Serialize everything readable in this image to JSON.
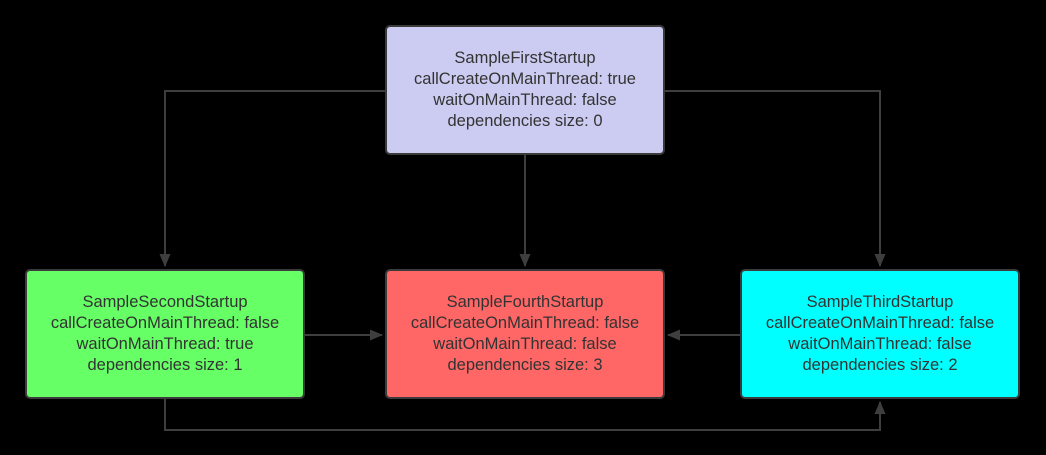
{
  "canvas": {
    "background_color": "#000000",
    "edge_color": "#3e3e3e",
    "node_border_color": "#3b3b3b",
    "node_text_color": "#333333"
  },
  "nodes": [
    {
      "id": "sample-first-startup",
      "title": "SampleFirstStartup",
      "call_create_on_main_thread": "callCreateOnMainThread: true",
      "wait_on_main_thread": "waitOnMainThread: false",
      "dependencies_size": "dependencies size: 0",
      "fill": "#ccccf2"
    },
    {
      "id": "sample-second-startup",
      "title": "SampleSecondStartup",
      "call_create_on_main_thread": "callCreateOnMainThread: false",
      "wait_on_main_thread": "waitOnMainThread: true",
      "dependencies_size": "dependencies size: 1",
      "fill": "#66ff66"
    },
    {
      "id": "sample-third-startup",
      "title": "SampleThirdStartup",
      "call_create_on_main_thread": "callCreateOnMainThread: false",
      "wait_on_main_thread": "waitOnMainThread: false",
      "dependencies_size": "dependencies size: 2",
      "fill": "#00ffff"
    },
    {
      "id": "sample-fourth-startup",
      "title": "SampleFourthStartup",
      "call_create_on_main_thread": "callCreateOnMainThread: false",
      "wait_on_main_thread": "waitOnMainThread: false",
      "dependencies_size": "dependencies size: 3",
      "fill": "#ff6666"
    }
  ],
  "edges": [
    {
      "from": "sample-first-startup",
      "to": "sample-second-startup"
    },
    {
      "from": "sample-first-startup",
      "to": "sample-fourth-startup"
    },
    {
      "from": "sample-first-startup",
      "to": "sample-third-startup"
    },
    {
      "from": "sample-second-startup",
      "to": "sample-fourth-startup"
    },
    {
      "from": "sample-third-startup",
      "to": "sample-fourth-startup"
    },
    {
      "from": "sample-second-startup",
      "to": "sample-third-startup"
    }
  ]
}
